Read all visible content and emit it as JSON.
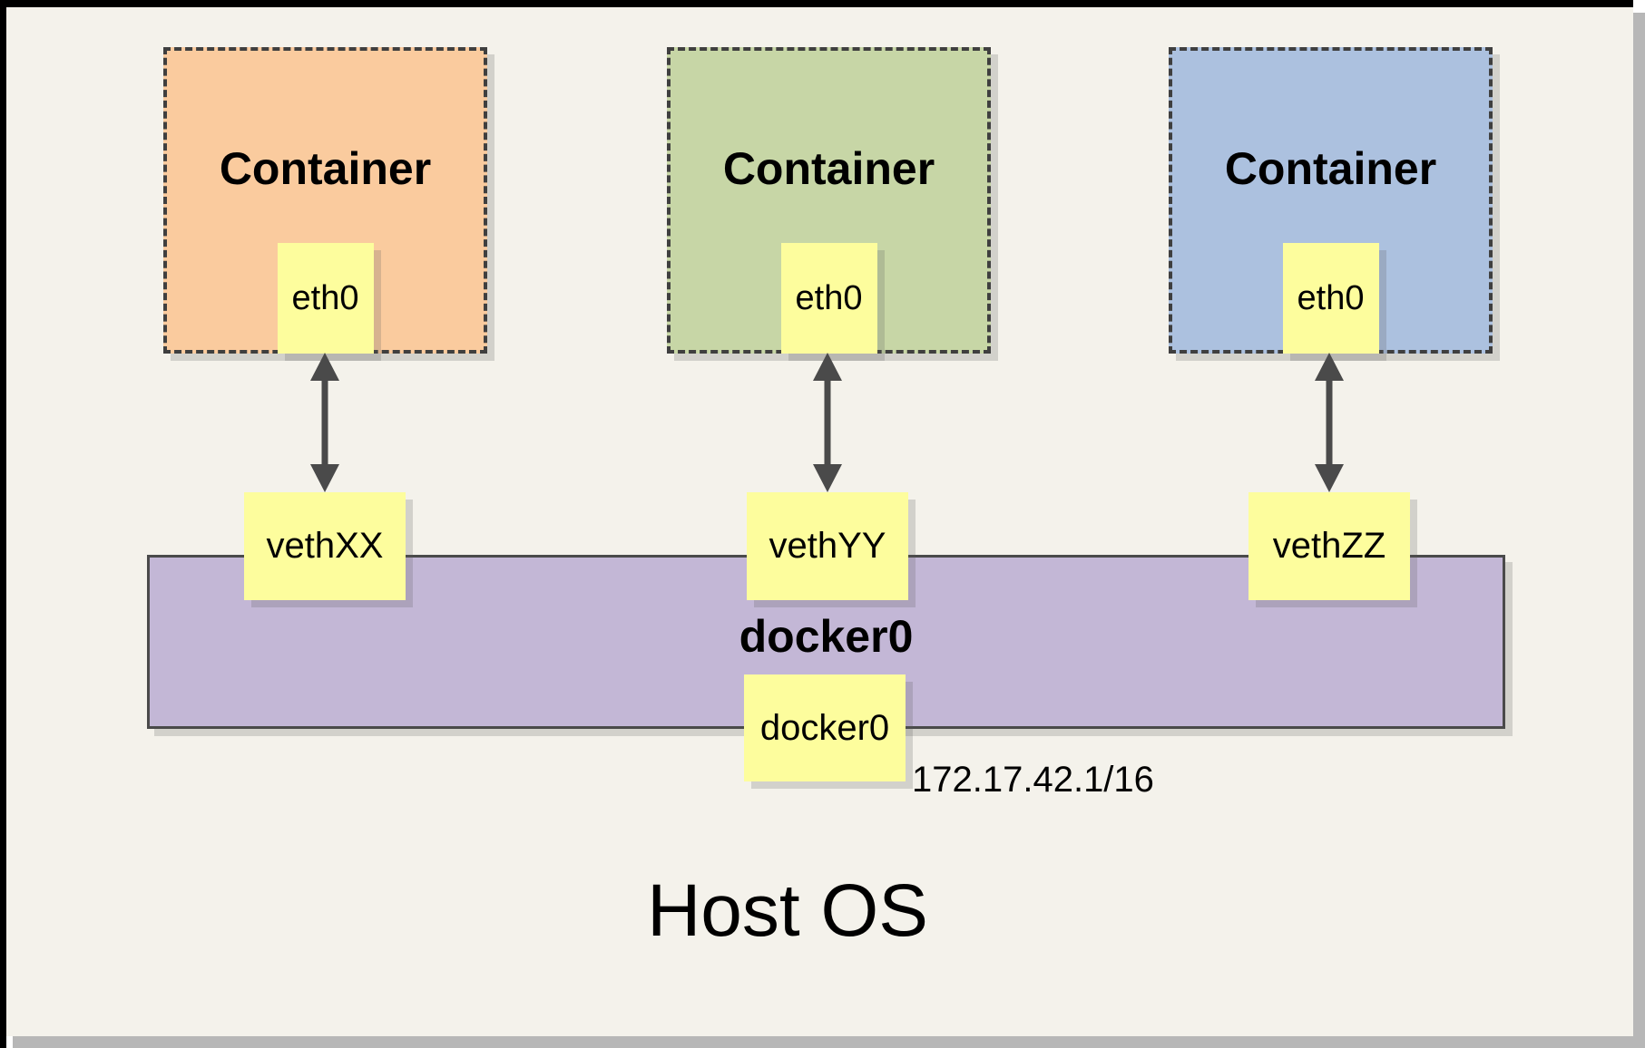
{
  "diagram": {
    "host_label": "Host OS",
    "containers": [
      {
        "title": "Container",
        "interface": "eth0",
        "veth": "vethXX",
        "fill": "#FACB9E"
      },
      {
        "title": "Container",
        "interface": "eth0",
        "veth": "vethYY",
        "fill": "#C7D6A6"
      },
      {
        "title": "Container",
        "interface": "eth0",
        "veth": "vethZZ",
        "fill": "#ACC1DF"
      }
    ],
    "bridge": {
      "name": "docker0",
      "interface": "docker0",
      "ip": "172.17.42.1/16",
      "fill": "#C3B7D6"
    },
    "colors": {
      "page_background": "#F4F2EB",
      "note_yellow": "#FDFD9D",
      "dashed_border": "#3F3F3F",
      "arrow_gray": "#4A4A4A",
      "frame_black": "#000000",
      "frame_shadow_gray": "#B7B7B7"
    }
  }
}
